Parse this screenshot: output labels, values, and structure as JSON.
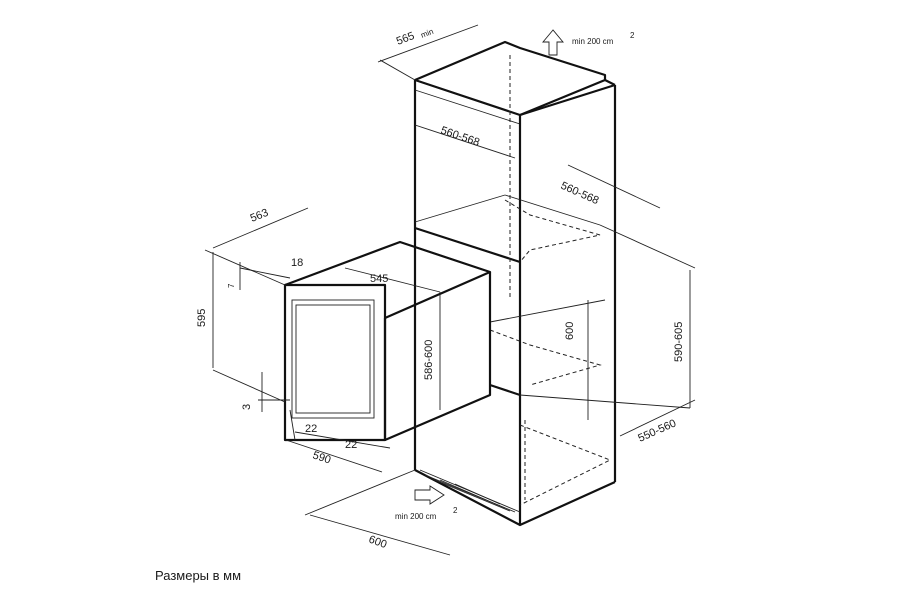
{
  "caption": "Размеры в мм",
  "labels": {
    "cabinet_top_depth": "565",
    "cabinet_top_depth_sub": "min",
    "vent_top": "min 200 cm",
    "vent_top_sup": "2",
    "inner_width_top": "560-568",
    "inner_width_side": "560-568",
    "niche_height": "600",
    "niche_height_range": "590-605",
    "cabinet_depth": "550-560",
    "vent_bottom": "min 200 cm",
    "vent_bottom_sup": "2",
    "cabinet_width": "600",
    "oven_depth": "563",
    "oven_top_depth": "545",
    "oven_height": "595",
    "oven_body_height": "586-600",
    "oven_width": "590",
    "dim_18": "18",
    "dim_7": "7",
    "dim_3": "3",
    "dim_22_left": "22",
    "dim_22_bottom": "22"
  }
}
